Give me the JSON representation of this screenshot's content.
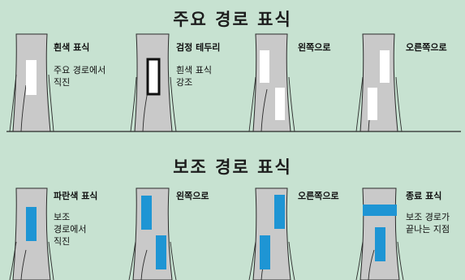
{
  "main": {
    "title": "주요 경로 표식",
    "signs": [
      {
        "label": "흰색 표식",
        "desc": [
          "주요 경로에서",
          "직진"
        ]
      },
      {
        "label": "검정 테두리",
        "desc": [
          "흰색 표식",
          "강조"
        ]
      },
      {
        "label": "왼쪽으로",
        "desc": []
      },
      {
        "label": "오른쪽으로",
        "desc": []
      }
    ]
  },
  "aux": {
    "title": "보조 경로 표식",
    "signs": [
      {
        "label": "파란색 표식",
        "desc": [
          "보조",
          "경로에서",
          "직진"
        ]
      },
      {
        "label": "왼쪽으로",
        "desc": []
      },
      {
        "label": "오른쪽으로",
        "desc": []
      },
      {
        "label": "종료 표식",
        "desc": [
          "보조 경로가",
          "끝나는 지점"
        ]
      }
    ]
  },
  "colors": {
    "background": "#c7e2d1",
    "trunk": "#c9c9c9",
    "trunk_outline": "#2a2a2a",
    "white_mark": "#ffffff",
    "blue_mark": "#1e95d4",
    "ground_line": "#2a2a2a"
  }
}
